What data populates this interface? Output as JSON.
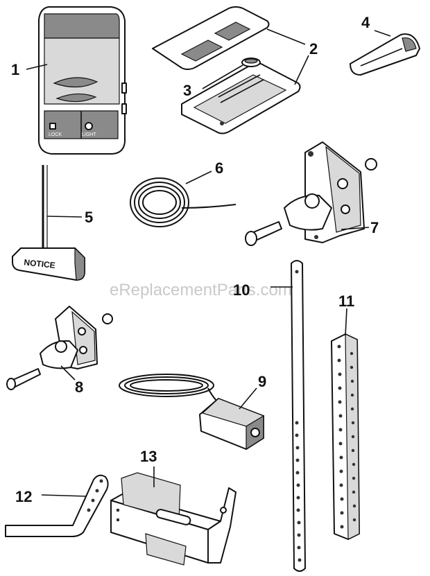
{
  "watermark": "eReplacementParts.com",
  "callouts": [
    "1",
    "2",
    "3",
    "4",
    "5",
    "6",
    "7",
    "8",
    "9",
    "10",
    "11",
    "12",
    "13"
  ],
  "part_text": {
    "lock": "LOCK",
    "light": "LIGHT",
    "notice": "NOTICE"
  }
}
